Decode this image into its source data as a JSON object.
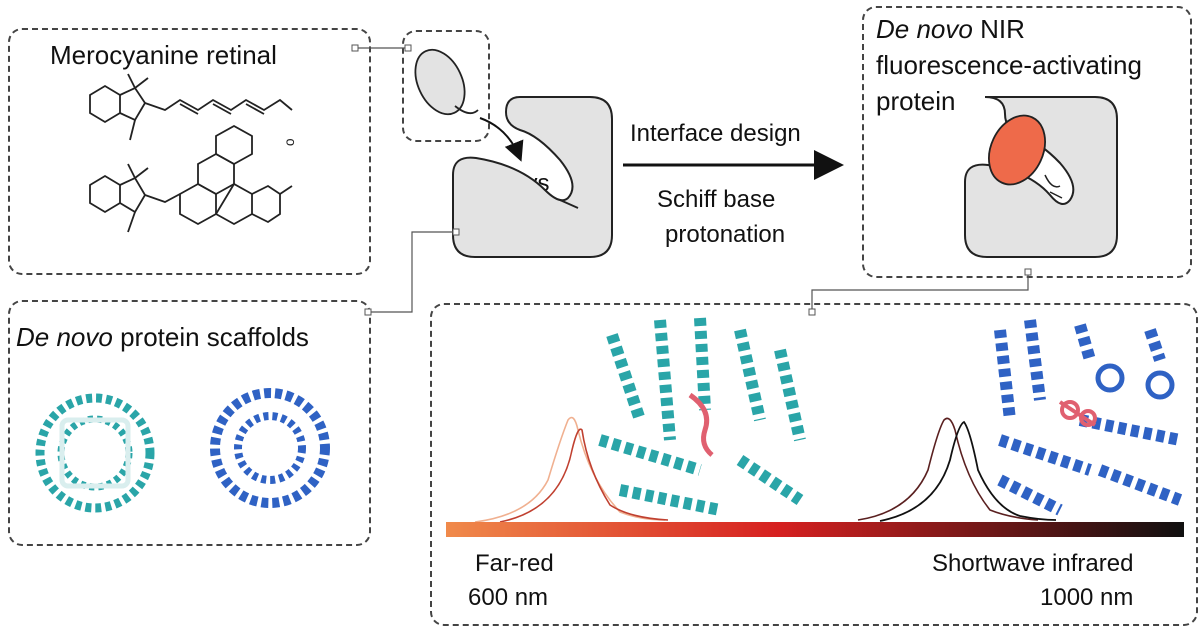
{
  "panels": {
    "merocyanine": {
      "title": "Merocyanine retinal"
    },
    "scaffolds": {
      "title_italic": "De novo",
      "title_rest": "protein scaffolds"
    },
    "nir": {
      "line1_italic": "De novo",
      "line1_rest": "NIR",
      "line2": "fluorescence-activating",
      "line3": "protein"
    }
  },
  "center": {
    "lys_label": "Lys",
    "arrow_top": "Interface design",
    "arrow_bottom_1": "Schiff base",
    "arrow_bottom_2": "protonation"
  },
  "spectrum": {
    "left_label": "Far-red",
    "left_value": "600 nm",
    "right_label": "Shortwave infrared",
    "right_value": "1000 nm",
    "gradient_start": "#f08a4b",
    "gradient_mid": "#d62020",
    "gradient_end": "#101010"
  },
  "colors": {
    "protein_fill": "#e3e3e3",
    "chromophore_bound": "#ee6a4a",
    "teal_helix": "#2aa5a8",
    "blue_helix": "#2f62c4"
  }
}
